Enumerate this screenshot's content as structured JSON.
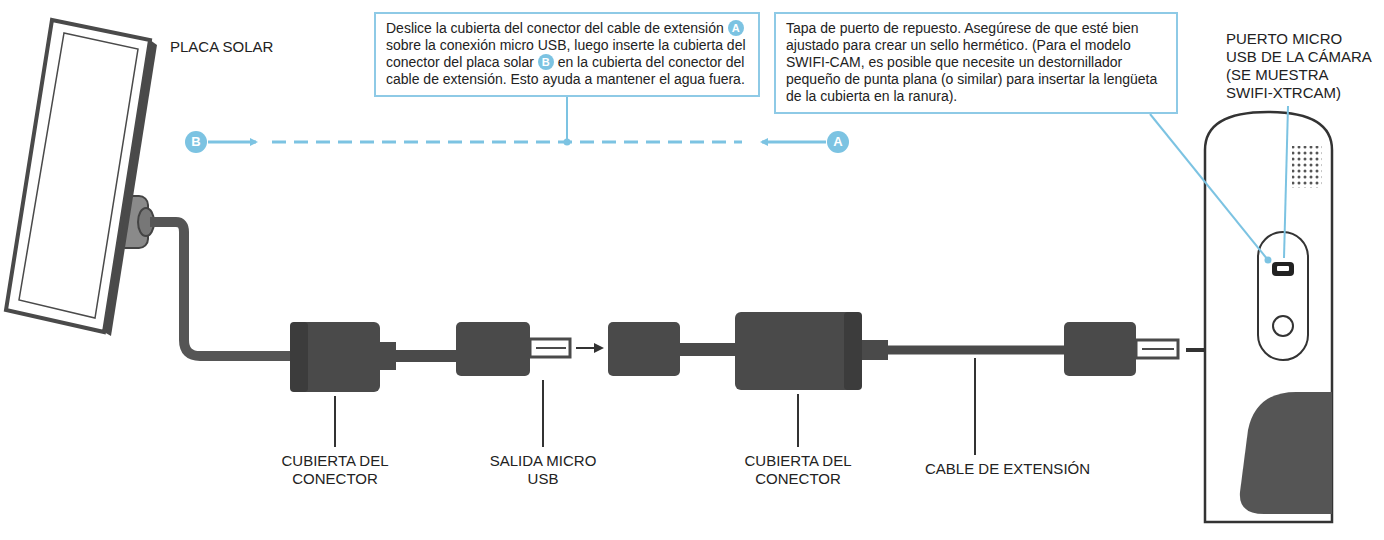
{
  "diagram": {
    "nodes": [
      {
        "text": [
          "Deslice la cubierta del conector del cable de extensión",
          "A",
          "sobre la conexión micro USB, luego inserte la cubierta del conector del placa solar",
          "B",
          "en la cubierta del conector del cable de extensión. Esto ayuda a mantener el agua fuera."
        ]
      },
      {
        "text": [
          "Tapa de puerto de repuesto. Asegúrese de que esté bien ajustado para crear un sello hermético. (Para el modelo SWIFI-CAM, es posible que necesite un destornillador pequeño de punta plana (o similar) para insertar la lengüeta de la cubierta en la ranura)."
        ]
      }
    ],
    "labels": [
      "PLACA SOLAR",
      "B",
      "A",
      "CUBIERTA DEL CONECTOR",
      "SALIDA MICRO USB",
      "CUBIERTA DEL CONECTOR",
      "CABLE DE EXTENSIÓN",
      "PUERTO MICRO USB DE LA CÁMARA (SE MUESTRA SWIFI-XTRCAM)"
    ]
  }
}
